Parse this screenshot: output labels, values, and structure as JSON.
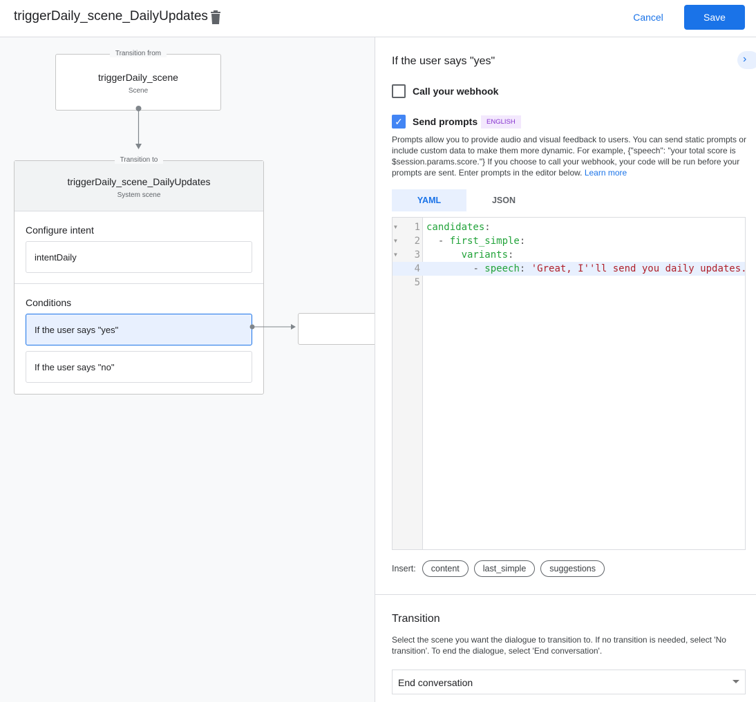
{
  "header": {
    "title": "triggerDaily_scene_DailyUpdates",
    "cancel_label": "Cancel",
    "save_label": "Save"
  },
  "canvas": {
    "from_node": {
      "legend": "Transition from",
      "name": "triggerDaily_scene",
      "type": "Scene"
    },
    "to_node": {
      "legend": "Transition to",
      "name": "triggerDaily_scene_DailyUpdates",
      "type": "System scene",
      "intent_section": "Configure intent",
      "intent": "intentDaily",
      "conditions_section": "Conditions",
      "conditions": [
        "If the user says \"yes\"",
        "If the user says \"no\""
      ]
    }
  },
  "panel": {
    "title": "If the user says \"yes\"",
    "webhook_label": "Call your webhook",
    "webhook_checked": false,
    "prompts_label": "Send prompts",
    "prompts_checked": true,
    "language_badge": "ENGLISH",
    "description": "Prompts allow you to provide audio and visual feedback to users. You can send static prompts or include custom data to make them more dynamic. For example, {\"speech\": \"your total score is $session.params.score.\"} If you choose to call your webhook, your code will be run before your prompts are sent. Enter prompts in the editor below. ",
    "learn_more": "Learn more",
    "tabs": [
      "YAML",
      "JSON"
    ],
    "active_tab": "YAML",
    "code_lines": [
      {
        "n": "1",
        "indent": "",
        "dash": "",
        "key": "candidates",
        "colon": ":",
        "val": ""
      },
      {
        "n": "2",
        "indent": "  ",
        "dash": "- ",
        "key": "first_simple",
        "colon": ":",
        "val": ""
      },
      {
        "n": "3",
        "indent": "      ",
        "dash": "",
        "key": "variants",
        "colon": ":",
        "val": ""
      },
      {
        "n": "4",
        "indent": "        ",
        "dash": "- ",
        "key": "speech",
        "colon": ": ",
        "val": "'Great, I''ll send you daily updates."
      },
      {
        "n": "5",
        "indent": "",
        "dash": "",
        "key": "",
        "colon": "",
        "val": ""
      }
    ],
    "insert_label": "Insert:",
    "insert_chips": [
      "content",
      "last_simple",
      "suggestions"
    ],
    "transition": {
      "title": "Transition",
      "description": "Select the scene you want the dialogue to transition to. If no transition is needed, select 'No transition'. To end the dialogue, select 'End conversation'.",
      "selected": "End conversation"
    }
  },
  "colors": {
    "accent": "#1a73e8",
    "yaml_key": "#22a33a",
    "yaml_string": "#b0202a",
    "badge_bg": "#f3e8fd",
    "badge_text": "#8430ce"
  }
}
